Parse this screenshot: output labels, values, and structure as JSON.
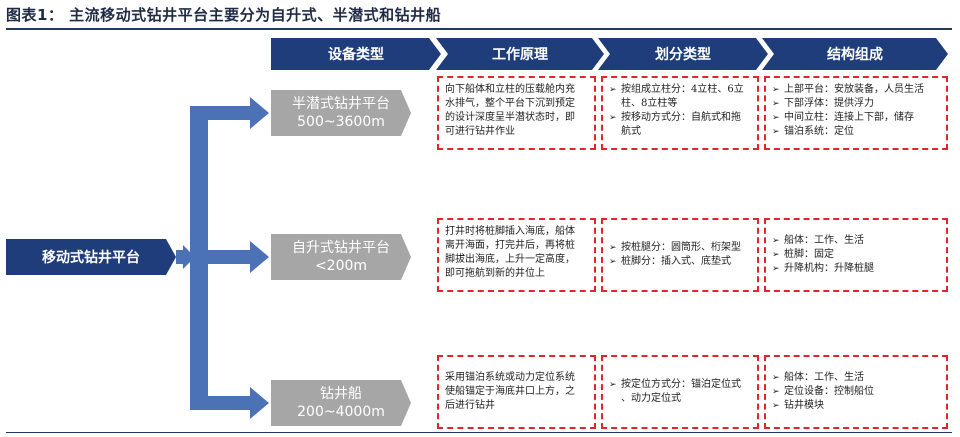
{
  "title": "图表1：  主流移动式钻井平台主要分为自升式、半潜式和钻井船",
  "headers": [
    "设备类型",
    "工作原理",
    "划分类型",
    "结构组成"
  ],
  "root": "移动式钻井平台",
  "colors": {
    "header_bg": "#1f3d7a",
    "arrow_blue": "#4a72b5",
    "type_gray": "#a6a6a6",
    "dash_red": "#e0262b"
  },
  "rows": [
    {
      "type_name": "半潜式钻井平台",
      "type_range": "500~3600m",
      "principle": [
        "向下船体和立柱的压载舱内充",
        "水排气，整个平台下沉到预定",
        "的设计深度呈半潜状态时，即",
        "可进行钻井作业"
      ],
      "classification": [
        [
          "按组成立柱分：4立柱、6立",
          "柱、8立柱等"
        ],
        [
          "按移动方式分：自航式和拖",
          "航式"
        ]
      ],
      "structure": [
        [
          "上部平台：安放装备，人员生活"
        ],
        [
          "下部浮体：提供浮力"
        ],
        [
          "中间立柱：连接上下部，储存"
        ],
        [
          "锚泊系统：定位"
        ]
      ]
    },
    {
      "type_name": "自升式钻井平台",
      "type_range": "<200m",
      "principle": [
        "打井时将桩脚插入海底，船体",
        "离开海面，打完井后，再将桩",
        "脚拔出海底，上升一定高度，",
        "即可拖航到新的井位上"
      ],
      "classification": [
        [
          "按桩腿分：圆筒形、桁架型"
        ],
        [
          "桩脚分：插入式、底垫式"
        ]
      ],
      "structure": [
        [
          "船体：工作、生活"
        ],
        [
          "桩脚：固定"
        ],
        [
          "升降机构：升降桩腿"
        ]
      ]
    },
    {
      "type_name": "钻井船",
      "type_range": "200~4000m",
      "principle": [
        "采用锚泊系统或动力定位系统",
        "使船锚定于海底井口上方，之",
        "后进行钻井"
      ],
      "classification": [
        [
          "按定位方式分：锚泊定位式",
          "、动力定位式"
        ]
      ],
      "structure": [
        [
          "船体：工作、生活"
        ],
        [
          "定位设备：控制船位"
        ],
        [
          "钻井模块"
        ]
      ]
    }
  ]
}
